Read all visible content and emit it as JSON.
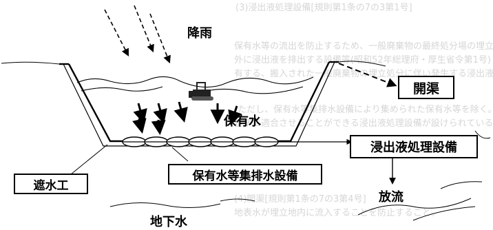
{
  "labels": {
    "rain": "降雨",
    "open_channel": "開渠",
    "retained_water": "保有水",
    "leachate_treatment": "浸出液処理設備",
    "impermeable_work": "遮水工",
    "collection_drainage": "保有水等集排水設備",
    "discharge": "放流",
    "groundwater": "地下水"
  },
  "background_text": [
    "(3)浸出液処理設備[規則第1条の7の3第1号]",
    "保有水等の流出を防止するため、一般廃棄物の最終処分場の埋立地に設置される遮水工の",
    "外に浸出液を排出する設備等(昭和52年総理府・厚生省令第1号)",
    "有する、搬入された一般廃棄物の埋立処分に伴い発生する浸出液を処理する設備であること。",
    "(ただし、保有水等集排水設備により集められた保有水等を除く。)",
    "基準に適合させることができる浸出液処理設備が設けられていること。",
    "(4)開渠[規則第1条の7の3第4号]",
    "地表水が埋立地内に流入することを防止すること。"
  ]
}
